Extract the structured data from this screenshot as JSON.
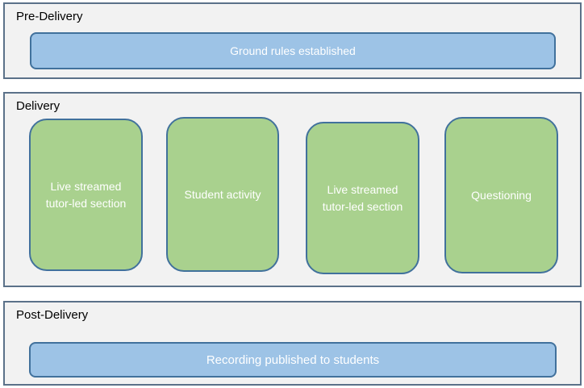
{
  "phases": [
    {
      "title": "Pre-Delivery",
      "items": [
        "Ground rules established"
      ]
    },
    {
      "title": "Delivery",
      "items": [
        "Live streamed tutor-led section",
        "Student activity",
        "Live streamed tutor-led section",
        "Questioning"
      ]
    },
    {
      "title": "Post-Delivery",
      "items": [
        "Recording published to students"
      ]
    }
  ],
  "colors": {
    "phase_background": "#f2f2f2",
    "phase_border": "#5b7189",
    "blue_box": "#9dc3e6",
    "green_box": "#a9d18e",
    "box_border": "#41719c",
    "box_text": "#ffffff"
  }
}
